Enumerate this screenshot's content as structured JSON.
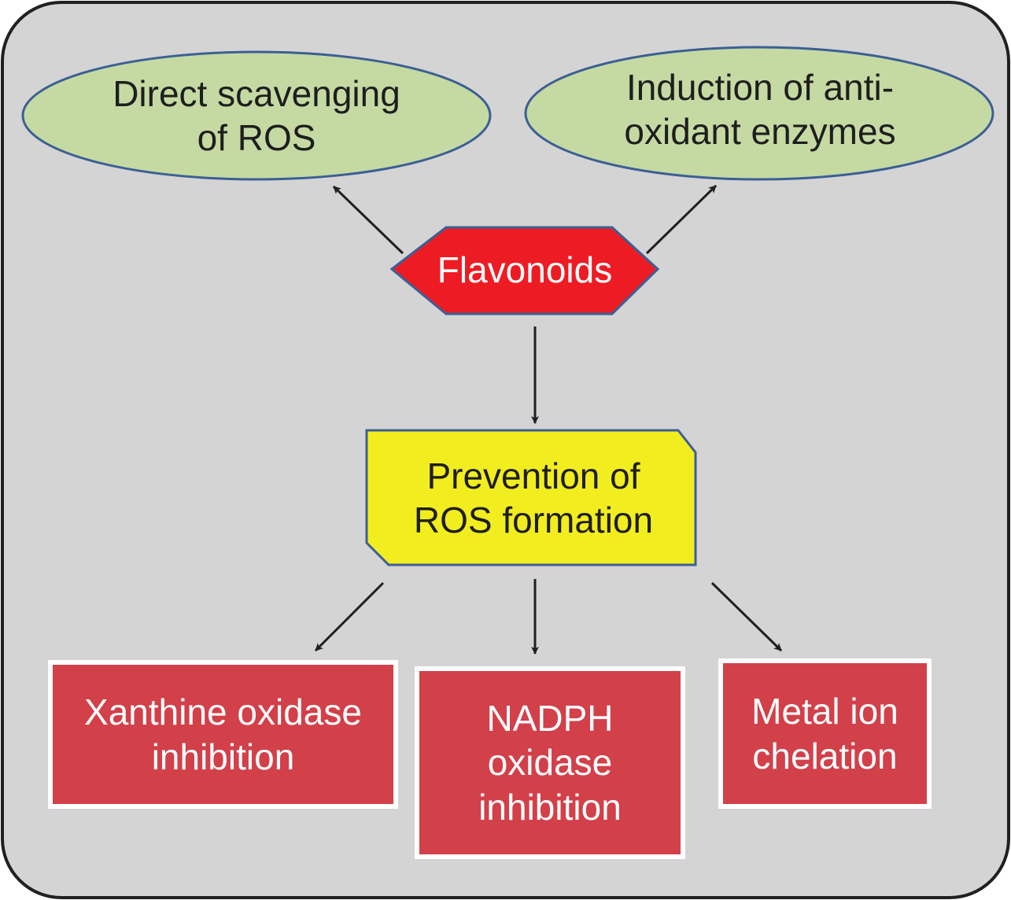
{
  "nodes": {
    "scavenging": {
      "lines": [
        "Direct  scavenging",
        "of ROS"
      ]
    },
    "induction": {
      "lines": [
        "Induction of anti-",
        "oxidant enzymes"
      ]
    },
    "flavonoids": {
      "lines": [
        "Flavonoids"
      ]
    },
    "prevention": {
      "lines": [
        "Prevention of",
        "ROS formation"
      ]
    },
    "xanthine": {
      "lines": [
        "Xanthine oxidase",
        "inhibition"
      ]
    },
    "nadph": {
      "lines": [
        "NADPH",
        "oxidase",
        "inhibition"
      ]
    },
    "metal": {
      "lines": [
        "Metal ion",
        "chelation"
      ]
    }
  },
  "colors": {
    "panel_fill": "#d4d4d4",
    "panel_stroke": "#231f20",
    "ellipse_fill": "#c5daa3",
    "ellipse_stroke": "#3c5f94",
    "hexagon_fill": "#ed1c24",
    "hexagon_stroke": "#3c5f94",
    "note_fill": "#f2ed1f",
    "note_stroke": "#3c5f94",
    "box_fill": "#d2404a",
    "box_stroke": "#ffffff",
    "arrow": "#231f20"
  }
}
